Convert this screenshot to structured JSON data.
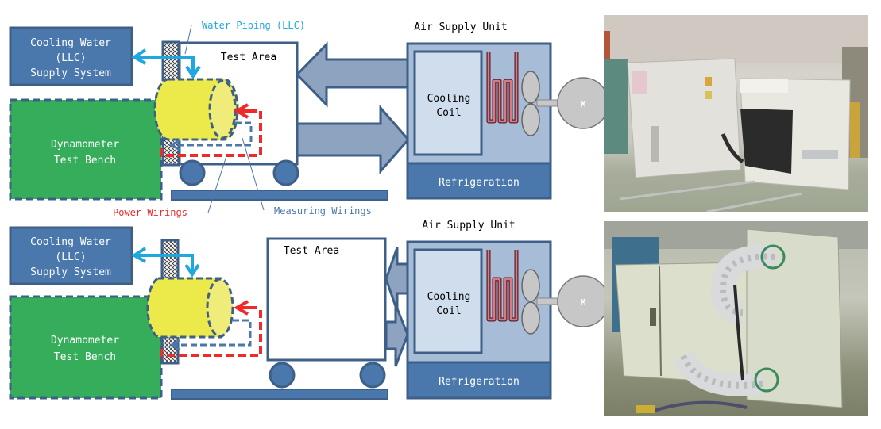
{
  "colors": {
    "dark_blue": "#4a78ad",
    "outline": "#3d5f88",
    "water": "#1fa8e0",
    "power": "#ee2a2a",
    "measure": "#4a78ad",
    "green": "#36ad5a",
    "yellow": "#ece94a",
    "yellow_light": "#f0ec7a",
    "arrow_fill": "#8ea3bf",
    "unit_fill": "#a7bcd6",
    "coil_fill": "#d0dded",
    "motor": "#c7c7c7",
    "heater": "#d77a86"
  },
  "diagram_top": {
    "cooling_water": [
      "Cooling Water",
      "(LLC)",
      "Supply System"
    ],
    "water_piping_label": "Water Piping (LLC)",
    "test_area_label": "Test Area",
    "dyno": [
      "Dynamometer",
      "Test Bench"
    ],
    "air_supply_label": "Air Supply Unit",
    "cooling_coil": [
      "Cooling",
      "Coil"
    ],
    "refrigeration": "Refrigeration",
    "motor": "M",
    "power_wirings_label": "Power Wirings",
    "measuring_wirings_label": "Measuring Wirings"
  },
  "diagram_bottom": {
    "cooling_water": [
      "Cooling Water",
      "(LLC)",
      "Supply System"
    ],
    "test_area_label": "Test Area",
    "dyno": [
      "Dynamometer",
      "Test Bench"
    ],
    "air_supply_label": "Air Supply Unit",
    "cooling_coil": [
      "Cooling",
      "Coil"
    ],
    "refrigeration": "Refrigeration",
    "motor": "M"
  },
  "photos": {
    "top": "photo-air-supply-units-side-by-side",
    "bottom": "photo-air-supply-unit-with-ducts"
  }
}
